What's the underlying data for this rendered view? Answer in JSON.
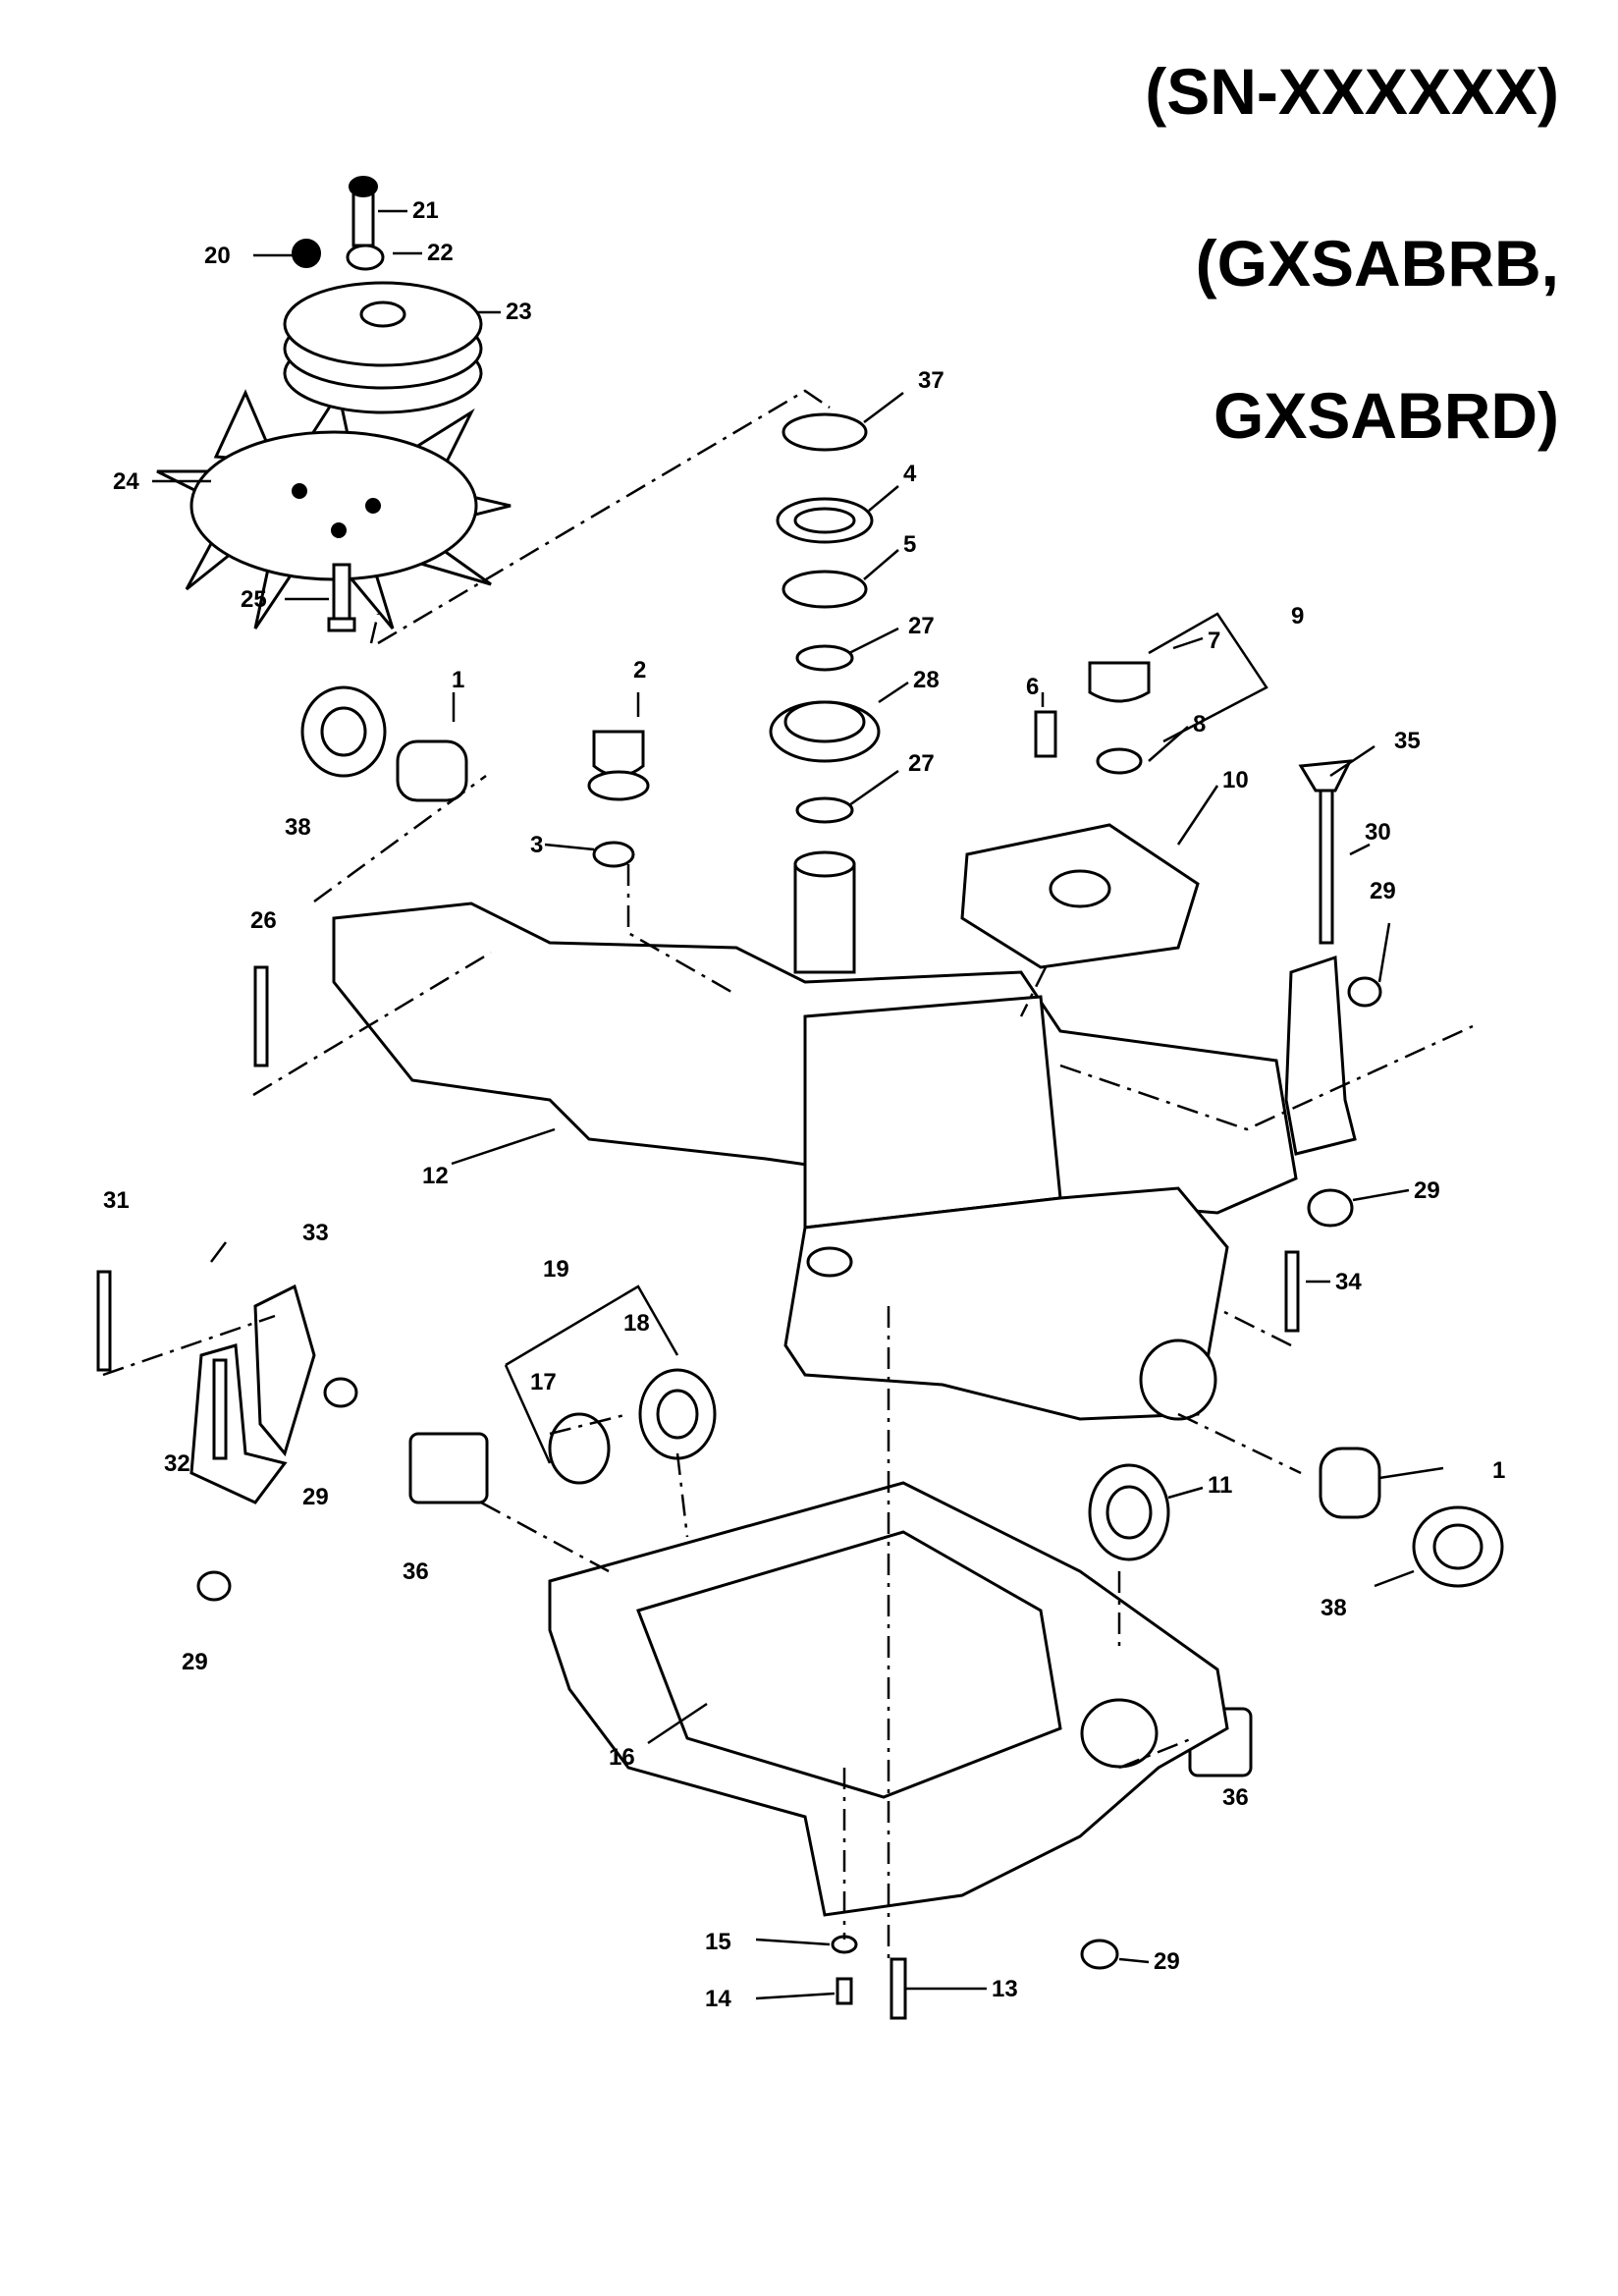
{
  "heading": {
    "line1": "(SN-XXXXXX)",
    "line2": "(GXSABRB,",
    "line3": "GXSABRD)"
  },
  "callouts": {
    "c1a": "1",
    "c1b": "1",
    "c2": "2",
    "c3": "3",
    "c4": "4",
    "c5": "5",
    "c6": "6",
    "c7": "7",
    "c8": "8",
    "c9": "9",
    "c10": "10",
    "c11": "11",
    "c12": "12",
    "c13": "13",
    "c14": "14",
    "c15": "15",
    "c16": "16",
    "c17": "17",
    "c18": "18",
    "c19": "19",
    "c20": "20",
    "c21": "21",
    "c22": "22",
    "c23": "23",
    "c24": "24",
    "c25": "25",
    "c26": "26",
    "c27a": "27",
    "c27b": "27",
    "c28": "28",
    "c29a": "29",
    "c29b": "29",
    "c29c": "29",
    "c29d": "29",
    "c29e": "29",
    "c30": "30",
    "c31": "31",
    "c32": "32",
    "c33": "33",
    "c34": "34",
    "c35": "35",
    "c36a": "36",
    "c36b": "36",
    "c37": "37",
    "c38a": "38",
    "c38b": "38"
  }
}
